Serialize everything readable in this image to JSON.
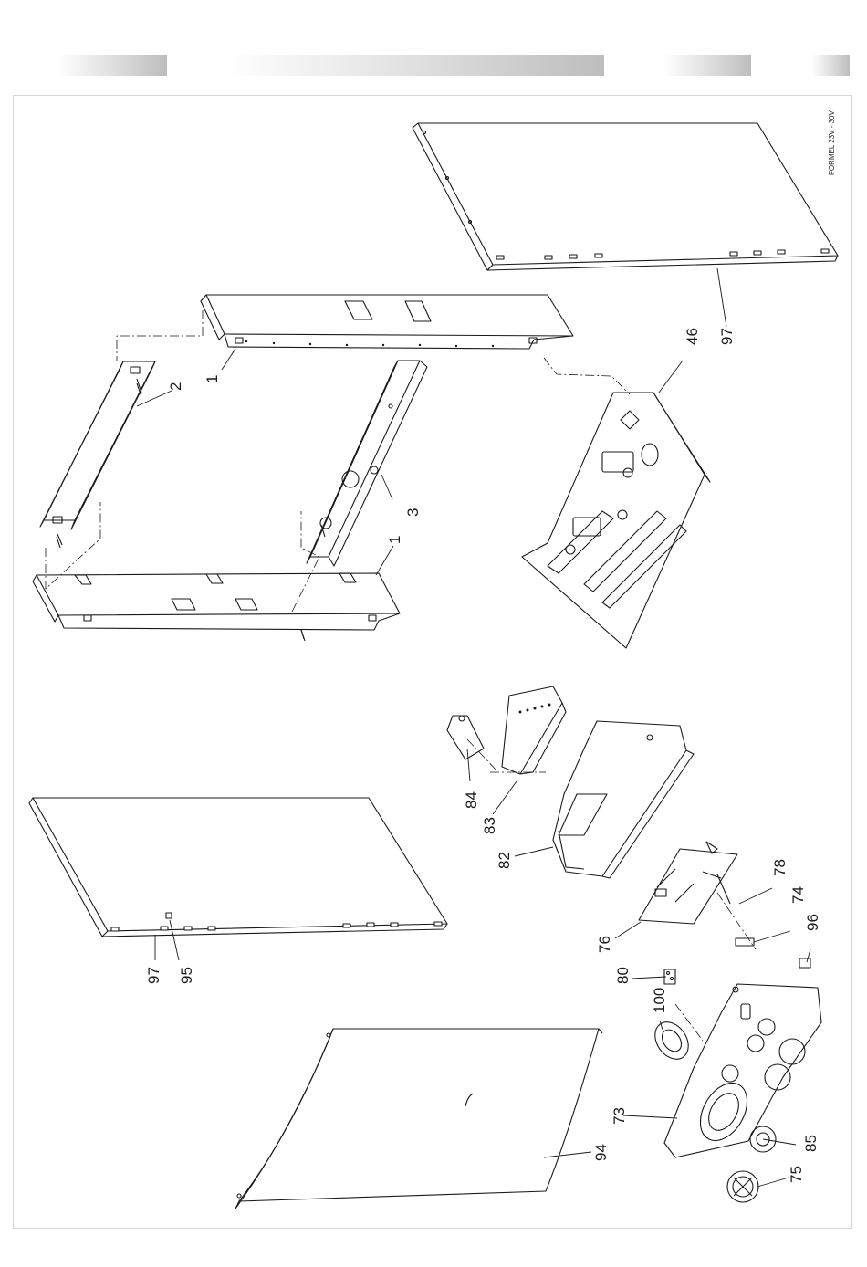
{
  "header": {
    "bars": [
      "bar-1",
      "bar-2",
      "bar-3",
      "bar-4"
    ]
  },
  "model_label": "FORMEL 23V - 30V",
  "callouts": {
    "c1a": "1",
    "c2": "2",
    "c3": "3",
    "c1b": "1",
    "c46": "46",
    "c97a": "97",
    "c84": "84",
    "c83": "83",
    "c82": "82",
    "c78": "78",
    "c76": "76",
    "c74": "74",
    "c96": "96",
    "c80": "80",
    "c100": "100",
    "c97b": "97",
    "c95": "95",
    "c73": "73",
    "c94": "94",
    "c85": "85",
    "c75": "75"
  }
}
